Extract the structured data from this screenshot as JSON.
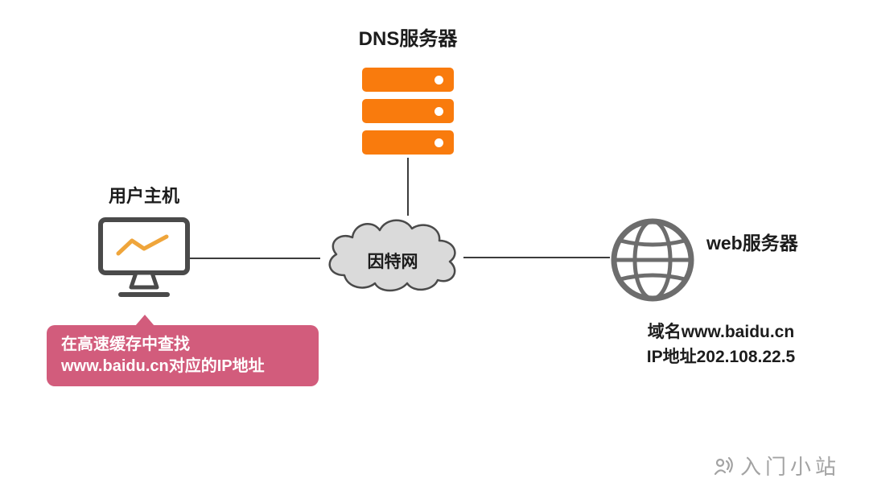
{
  "nodes": {
    "dns_server": {
      "label": "DNS服务器",
      "icon": "server-stack-icon"
    },
    "user_host": {
      "label": "用户主机",
      "icon": "monitor-icon"
    },
    "internet": {
      "label": "因特网",
      "icon": "cloud-icon"
    },
    "web_server": {
      "label": "web服务器",
      "icon": "globe-icon",
      "domain": "域名www.baidu.cn",
      "ip": "IP地址202.108.22.5"
    }
  },
  "callout": {
    "line1": "在高速缓存中查找",
    "line2": "www.baidu.cn对应的IP地址"
  },
  "watermark": {
    "text": "入门小站",
    "icon": "watermark-logo-icon"
  },
  "colors": {
    "server_orange": "#F97B0D",
    "monitor_zigzag_orange": "#EFA53B",
    "callout_pink": "#D25C7C",
    "cloud_fill": "#DADADA",
    "cloud_stroke": "#4A4A4A",
    "icon_gray": "#6D6D6D",
    "connector": "#3C3C3C",
    "text_dark": "#1C1C1C",
    "watermark_gray": "#A3A3A3"
  }
}
